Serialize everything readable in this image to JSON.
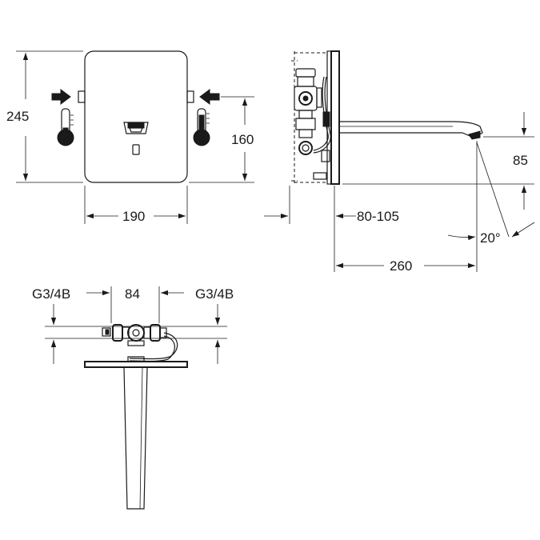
{
  "front_view": {
    "height_label": "245",
    "width_label": "190",
    "inlet_height_label": "160",
    "cold_icon": "thermometer-cold-icon",
    "hot_icon": "thermometer-hot-icon"
  },
  "side_view": {
    "projection_label": "80-105",
    "spout_length_label": "260",
    "spout_height_label": "85",
    "angle_label": "20°"
  },
  "top_view": {
    "left_thread_label": "G3/4B",
    "center_distance_label": "84",
    "right_thread_label": "G3/4B"
  }
}
